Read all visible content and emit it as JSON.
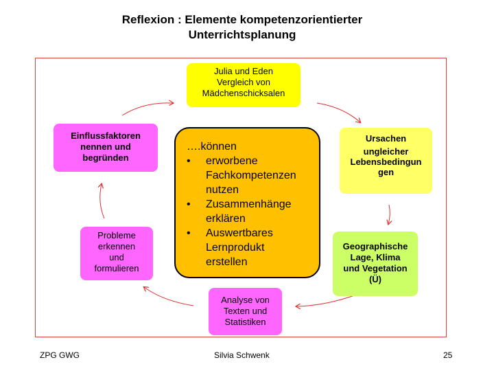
{
  "title": {
    "line1": "Reflexion : Elemente kompetenzorientierter",
    "line2": "Unterrichtsplanung"
  },
  "nodes": {
    "top": [
      "Julia und Eden",
      "Vergleich von",
      "Mädchenschicksalen"
    ],
    "right_top": [
      "Ursachen",
      "ungleicher",
      "Lebensbedingun",
      "gen"
    ],
    "right_bottom": [
      "Geographische",
      "Lage, Klima",
      "und Vegetation",
      "(Ü)"
    ],
    "bottom": [
      "Analyse von",
      "Texten und",
      "Statistiken"
    ],
    "left_bottom": [
      "Probleme",
      "erkennen",
      "und",
      "formulieren"
    ],
    "left_top": [
      "Einflussfaktoren",
      "nennen und",
      "begründen"
    ]
  },
  "center": {
    "heading": "….können",
    "bullets": [
      [
        "erworbene",
        "Fachkompetenzen",
        "nutzen"
      ],
      [
        "Zusammenhänge",
        "erklären"
      ],
      [
        "Auswertbares",
        "Lernprodukt",
        "erstellen"
      ]
    ]
  },
  "colors": {
    "frame": "#d84040",
    "arrow": "#e03030",
    "center": "#ffc000",
    "yellow": "#ffff00",
    "light_yellow": "#ffff66",
    "green": "#ccff66",
    "pink": "#ff66ff"
  },
  "footer": {
    "left": "ZPG GWG",
    "center": "Silvia Schwenk",
    "right": "25"
  }
}
